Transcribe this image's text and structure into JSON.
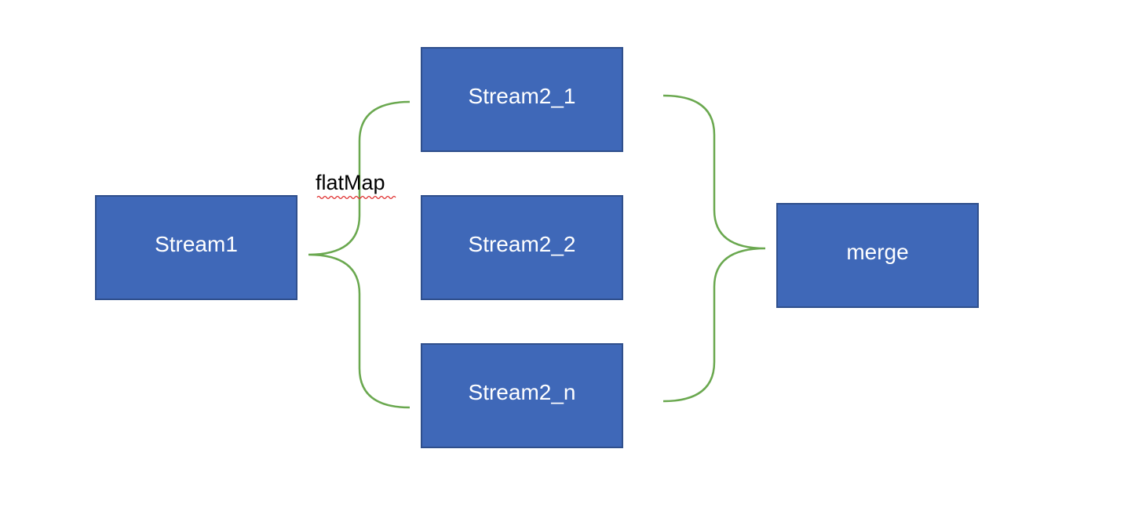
{
  "diagram": {
    "nodes": {
      "stream1": "Stream1",
      "stream2_1": "Stream2_1",
      "stream2_2": "Stream2_2",
      "stream2_n": "Stream2_n",
      "merge": "merge"
    },
    "edge_label": "flatMap",
    "colors": {
      "box_fill": "#3f68b8",
      "box_border": "#2f4f8c",
      "brace": "#6aa84f",
      "text_on_box": "#ffffff",
      "spellcheck_underline": "#e03030"
    }
  }
}
